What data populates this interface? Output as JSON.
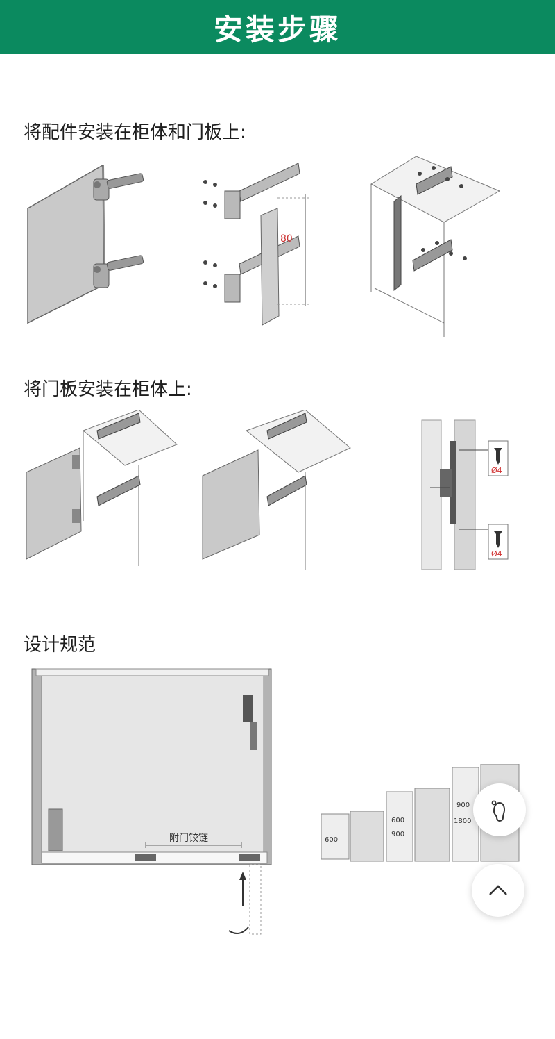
{
  "header": {
    "title": "安装步骤"
  },
  "sections": [
    {
      "title": "将配件安装在柜体和门板上:"
    },
    {
      "title": "将门板安装在柜体上:"
    },
    {
      "title": "设计规范"
    }
  ],
  "labels": {
    "dimension_80": "80",
    "screw_diameter_top": "Ø4",
    "screw_diameter_bottom": "Ø4",
    "hinge_label": "附门铰链",
    "width_600": "600",
    "width_600_900_top": "600",
    "width_600_900_bottom": "900",
    "width_900_1800_top": "900",
    "width_900_1800_bottom": "1800"
  },
  "icons": {
    "footprint": "footprint-icon",
    "back_to_top": "chevron-up-icon"
  },
  "colors": {
    "banner": "#0b8a5f",
    "screw_label": "#d03030"
  }
}
